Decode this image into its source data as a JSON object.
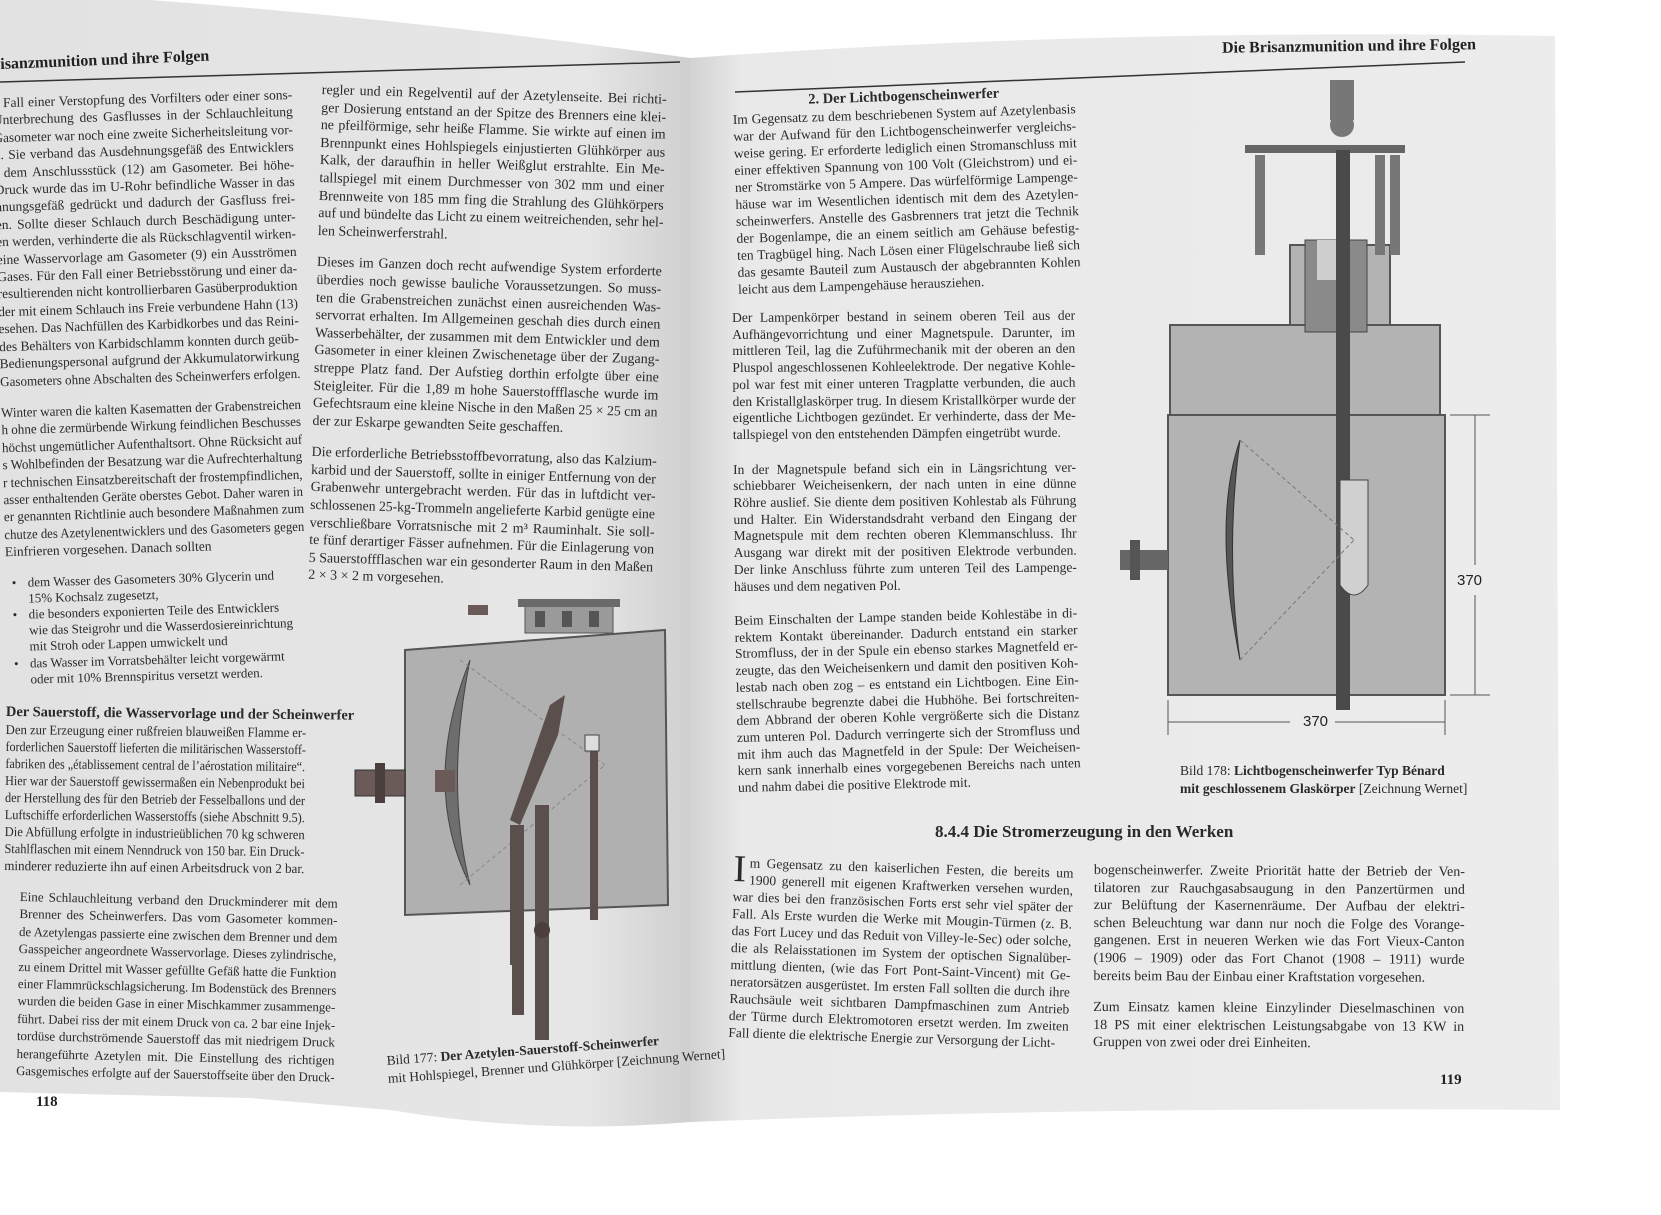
{
  "colors": {
    "page_left": "#e4e4e4",
    "page_right": "#eaeaea",
    "text": "#2a2a2a",
    "drawing_fill": "#a8a8a8",
    "drawing_dark": "#5a4f4d"
  },
  "left_page": {
    "running_head": "isanzmunition und ihre Folgen",
    "page_number": "118",
    "col1": {
      "p1": [
        "n Fall einer Verstopfung des Vorfilters oder einer sons-",
        "Unterbrechung des Gasflusses in der Schlauchleitung",
        "Gasometer war noch eine zweite Sicherheitsleitung vor-",
        "n. Sie verband das Ausdehnungsgefäß des Entwicklers",
        "t dem Anschlussstück (12) am Gasometer. Bei höhe-",
        "Druck wurde das im U-Rohr befindliche Wasser in das",
        "hnungsgefäß gedrückt und dadurch der Gasfluss frei-",
        "en. Sollte dieser Schlauch durch Beschädigung unter-",
        "en werden, verhinderte die als Rückschlagventil wirken-",
        "eine Wasservorlage am Gasometer (9) ein Ausströmen",
        "Gases. Für den Fall einer Betriebsstörung und einer da-",
        "resultierenden nicht kontrollierbaren Gasüberproduktion",
        "der mit einem Schlauch ins Freie verbundene Hahn (13)",
        "esehen. Das Nachfüllen des Karbidkorbes und das Reini-",
        "des Behälters von Karbidschlamm konnten durch geüb-",
        "Bedienungspersonal aufgrund der Akkumulatorwirkung",
        "Gasometers ohne Abschalten des Scheinwerfers erfolgen."
      ],
      "p2": [
        "Winter waren die kalten Kasematten der Grabenstreichen",
        "h ohne die zermürbende Wirkung feindlichen Beschusses",
        "höchst ungemütlicher Aufenthaltsort. Ohne Rücksicht auf",
        "s Wohlbefinden der Besatzung war die Aufrechterhaltung",
        "r technischen Einsatzbereitschaft der frostempfindlichen,",
        "asser enthaltenden Geräte oberstes Gebot. Daher waren in",
        "er genannten Richtlinie auch besondere Maßnahmen zum",
        "chutze des Azetylenentwicklers und des Gasometers gegen",
        "Einfrieren vorgesehen. Danach sollten"
      ],
      "bullet_symbol": "•",
      "bullets": [
        [
          "dem Wasser des Gasometers 30% Glycerin und",
          "15% Kochsalz zugesetzt,"
        ],
        [
          "die besonders exponierten Teile des Entwicklers",
          "wie das Steigrohr und die Wasserdosiereinrichtung",
          "mit Stroh oder Lappen umwickelt und"
        ],
        [
          "das Wasser im Vorratsbehälter leicht vorgewärmt",
          "oder mit 10% Brennspiritus versetzt werden."
        ]
      ],
      "heading": "Der Sauerstoff, die Wasservorlage und der Scheinwerfer",
      "p3": [
        "Den zur Erzeugung einer rußfreien blauweißen Flamme er-",
        "forderlichen Sauerstoff lieferten die militärischen Wasserstoff-",
        "fabriken des „établissement central de l’aérostation militaire“.",
        "Hier war der Sauerstoff gewissermaßen ein Nebenprodukt bei",
        "der Herstellung des für den Betrieb der Fesselballons und der",
        "Luftschiffe erforderlichen Wasserstoffs (siehe Abschnitt 9.5).",
        "Die Abfüllung erfolgte in industrieüblichen 70 kg schweren",
        "Stahlflaschen mit einem Nenndruck von 150 bar. Ein Druck-",
        "minderer reduzierte ihn auf einen Arbeitsdruck von 2 bar."
      ],
      "p4": [
        "Eine Schlauchleitung verband den Druckminderer mit dem",
        "Brenner des Scheinwerfers. Das vom Gasometer kommen-",
        "de Azetylengas passierte eine zwischen dem Brenner und dem",
        "Gasspeicher angeordnete Wasservorlage. Dieses zylindrische,",
        "zu einem Drittel mit Wasser gefüllte Gefäß hatte die Funktion",
        "einer Flammrückschlagsicherung. Im Bodenstück des Brenners",
        "wurden die beiden Gase in einer Mischkammer zusammenge-",
        "führt. Dabei riss der mit einem Druck von ca. 2 bar eine Injek-",
        "tordüse durchströmende Sauerstoff das mit niedrigem Druck",
        "herangeführte Azetylen mit. Die Einstellung des richtigen",
        "Gasgemisches erfolgte auf der Sauerstoffseite über den Druck-"
      ]
    },
    "col2": {
      "p1": [
        "regler und ein Regelventil auf der Azetylenseite. Bei richti-",
        "ger Dosierung entstand an der Spitze des Brenners eine klei-",
        "ne pfeilförmige, sehr heiße Flamme. Sie wirkte auf einen im",
        "Brennpunkt eines Hohlspiegels einjustierten Glühkörper aus",
        "Kalk, der daraufhin in heller Weißglut erstrahlte. Ein Me-",
        "tallspiegel mit einem Durchmesser von 302 mm und einer",
        "Brennweite von 185 mm fing die Strahlung des Glühkörpers",
        "auf und bündelte das Licht zu einem weitreichenden, sehr hel-",
        "len Scheinwerferstrahl."
      ],
      "p2": [
        "Dieses im Ganzen doch recht aufwendige System erforderte",
        "überdies noch gewisse bauliche Voraussetzungen. So muss-",
        "ten die Grabenstreichen zunächst einen ausreichenden Was-",
        "servorrat erhalten. Im Allgemeinen geschah dies durch einen",
        "Wasserbehälter, der zusammen mit dem Entwickler und dem",
        "Gasometer in einer kleinen Zwischenetage über der Zugang-",
        "streppe Platz fand. Der Aufstieg dorthin erfolgte über eine",
        "Steigleiter. Für die 1,89 m hohe Sauerstoffflasche wurde im",
        "Gefechtsraum eine kleine Nische in den Maßen 25 × 25 cm an",
        "der zur Eskarpe gewandten Seite geschaffen."
      ],
      "p3": [
        "Die erforderliche Betriebsstoffbevorratung, also das Kalzium-",
        "karbid und der Sauerstoff, sollte in einiger Entfernung von der",
        "Grabenwehr untergebracht werden. Für das in luftdicht ver-",
        "schlossenen 25-kg-Trommeln angelieferte Karbid genügte eine",
        "verschließbare Vorratsnische mit 2 m³ Rauminhalt. Sie soll-",
        "te fünf derartiger Fässer aufnehmen. Für die Einlagerung von",
        "5 Sauerstoffflaschen war ein gesonderter Raum in den Maßen",
        "2 × 3 × 2 m vorgesehen."
      ]
    },
    "figure": {
      "label": "Bild 177:",
      "title": "Der Azetylen-Sauerstoff-Scheinwerfer",
      "subtitle": "mit Hohlspiegel, Brenner und Glühkörper",
      "credit": "[Zeichnung Wernet]"
    }
  },
  "right_page": {
    "running_head": "Die Brisanzmunition und ihre Folgen",
    "page_number": "119",
    "section_heading": "2. Der Lichtbogenscheinwerfer",
    "col": {
      "p1": [
        "Im Gegensatz zu dem beschriebenen System auf Azetylenbasis",
        "war der Aufwand für den Lichtbogenscheinwerfer vergleichs-",
        "weise gering. Er erforderte lediglich einen Stromanschluss mit",
        "einer effektiven Spannung von 100 Volt (Gleichstrom) und ei-",
        "ner Stromstärke von 5 Ampere. Das würfelförmige Lampenge-",
        "häuse war im Wesentlichen identisch mit dem des Azetylen-",
        "scheinwerfers. Anstelle des Gasbrenners trat jetzt die Technik",
        "der Bogenlampe, die an einem seitlich am Gehäuse befestig-",
        "ten Tragbügel hing. Nach Lösen einer Flügelschraube ließ sich",
        "das gesamte Bauteil zum Austausch der abgebrannten Kohlen",
        "leicht aus dem Lampengehäuse herausziehen."
      ],
      "p2": [
        "Der Lampenkörper bestand in seinem oberen Teil aus der",
        "Aufhängevorrichtung und einer Magnetspule. Darunter, im",
        "mittleren Teil, lag die Zuführmechanik mit der oberen an den",
        "Pluspol angeschlossenen Kohleelektrode. Der negative Kohle-",
        "pol war fest mit einer unteren Tragplatte verbunden, die auch",
        "den Kristallglaskörper trug. In diesem Kristallkörper wurde der",
        "eigentliche Lichtbogen gezündet. Er verhinderte, dass der Me-",
        "tallspiegel von den entstehenden Dämpfen eingetrübt wurde."
      ],
      "p3": [
        "In der Magnetspule befand sich ein in Längsrichtung ver-",
        "schiebbarer Weicheisenkern, der nach unten in eine dünne",
        "Röhre auslief. Sie diente dem positiven Kohlestab als Führung",
        "und Halter. Ein Widerstandsdraht verband den Eingang der",
        "Magnetspule mit dem rechten oberen Klemmanschluss. Ihr",
        "Ausgang war direkt mit der positiven Elektrode verbunden.",
        "Der linke Anschluss führte zum unteren Teil des Lampenge-",
        "häuses und dem negativen Pol."
      ],
      "p4": [
        "Beim Einschalten der Lampe standen beide Kohlestäbe in di-",
        "rektem Kontakt übereinander. Dadurch entstand ein starker",
        "Stromfluss, der in der Spule ein ebenso starkes Magnetfeld er-",
        "zeugte, das den Weicheisenkern und damit den positiven Koh-",
        "lestab nach oben zog – es entstand ein Lichtbogen. Eine Ein-",
        "stellschraube begrenzte dabei die Hubhöhe. Bei fortschreiten-",
        "dem Abbrand der oberen Kohle vergrößerte sich die Distanz",
        "zum unteren Pol. Dadurch verringerte sich der Stromfluss und",
        "mit ihm auch das Magnetfeld in der Spule: Der Weicheisen-",
        "kern sank innerhalb eines vorgegebenen Bereichs nach unten",
        "und nahm dabei die positive Elektrode mit."
      ]
    },
    "figure": {
      "label": "Bild 178:",
      "title_line1": "Lichtbogenscheinwerfer Typ Bénard",
      "title_line2": "mit geschlossenem Glaskörper",
      "credit": "[Zeichnung Wernet]",
      "dimension_height": "370",
      "dimension_width": "370"
    },
    "chapter": {
      "heading": "8.4.4 Die Stromerzeugung in den Werken",
      "drop_cap": "I",
      "col1": [
        "m Gegensatz zu den kaiserlichen Festen, die bereits um",
        "1900 generell mit eigenen Kraftwerken versehen wurden,",
        "war dies bei den französischen Forts erst sehr viel später der",
        "Fall. Als Erste wurden die Werke mit Mougin-Türmen (z. B.",
        "das Fort Lucey und das Reduit von Villey-le-Sec) oder solche,",
        "die als Relaisstationen im System der optischen Signalüber-",
        "mittlung dienten, (wie das Fort Pont-Saint-Vincent) mit Ge-",
        "neratorsätzen ausgerüstet. Im ersten Fall sollten die durch ihre",
        "Rauchsäule weit sichtbaren Dampfmaschinen zum Antrieb",
        "der Türme durch Elektromotoren ersetzt werden. Im zweiten",
        "Fall diente die elektrische Energie zur Versorgung der Licht-"
      ],
      "col2_p1": [
        "bogenscheinwerfer. Zweite Priorität hatte der Betrieb der Ven-",
        "tilatoren zur Rauchgasabsaugung in den Panzertürmen und",
        "zur Belüftung der Kasernenräume. Der Aufbau der elektri-",
        "schen Beleuchtung war dann nur noch die Folge des Vorange-",
        "gangenen. Erst in neueren Werken wie das Fort Vieux-Canton",
        "(1906 – 1909) oder das Fort Chanot (1908 – 1911) wurde",
        "bereits beim Bau der Einbau einer Kraftstation vorgesehen."
      ],
      "col2_p2": [
        "Zum Einsatz kamen kleine Einzylinder Dieselmaschinen von",
        "18 PS mit einer elektrischen Leistungsabgabe von 13 KW in",
        "Gruppen von zwei oder drei Einheiten."
      ]
    }
  }
}
